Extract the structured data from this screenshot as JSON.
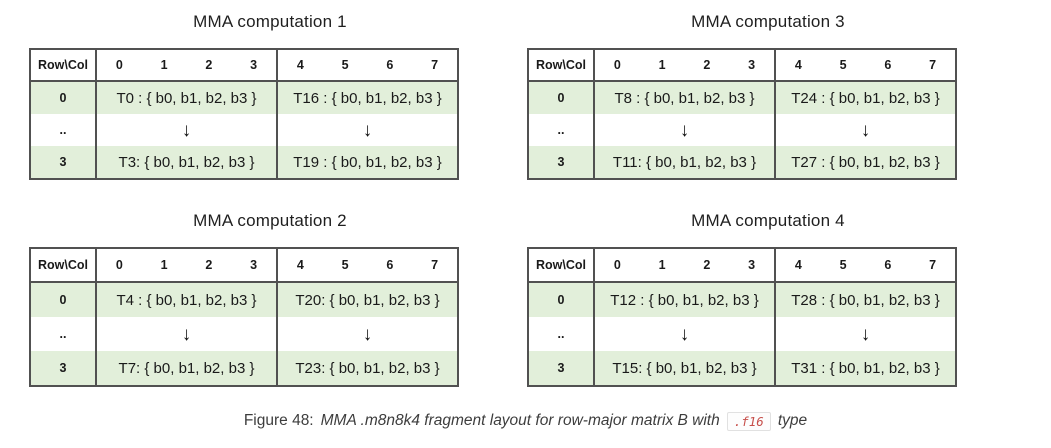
{
  "colors": {
    "row_green": "#e2efda",
    "table_border": "#515151",
    "code_red": "#c7504c"
  },
  "corner_label": "Row\\Col",
  "col_headers_left": [
    "0",
    "1",
    "2",
    "3"
  ],
  "col_headers_right": [
    "4",
    "5",
    "6",
    "7"
  ],
  "arrow_icon": "↓",
  "tables": [
    {
      "title": "MMA computation 1",
      "rows": [
        {
          "label": "0",
          "left": "T0 : { b0, b1, b2, b3 }",
          "right": "T16 : { b0, b1, b2, b3 }"
        },
        {
          "label": "..",
          "left": "↓",
          "right": "↓"
        },
        {
          "label": "3",
          "left": "T3: { b0, b1, b2, b3 }",
          "right": "T19 : { b0, b1, b2, b3 }"
        }
      ]
    },
    {
      "title": "MMA computation 3",
      "rows": [
        {
          "label": "0",
          "left": "T8 : { b0, b1, b2, b3 }",
          "right": "T24 : { b0, b1, b2, b3 }"
        },
        {
          "label": "..",
          "left": "↓",
          "right": "↓"
        },
        {
          "label": "3",
          "left": "T11: { b0, b1, b2, b3 }",
          "right": "T27 : { b0, b1, b2, b3 }"
        }
      ]
    },
    {
      "title": "MMA computation 2",
      "rows": [
        {
          "label": "0",
          "left": "T4 : { b0, b1, b2, b3 }",
          "right": "T20: { b0, b1, b2, b3 }"
        },
        {
          "label": "..",
          "left": "↓",
          "right": "↓"
        },
        {
          "label": "3",
          "left": "T7: { b0, b1, b2, b3 }",
          "right": "T23: { b0, b1, b2, b3 }"
        }
      ]
    },
    {
      "title": "MMA computation 4",
      "rows": [
        {
          "label": "0",
          "left": "T12 : { b0, b1, b2, b3 }",
          "right": "T28 : { b0, b1, b2, b3 }"
        },
        {
          "label": "..",
          "left": "↓",
          "right": "↓"
        },
        {
          "label": "3",
          "left": "T15: { b0, b1, b2, b3 }",
          "right": "T31 : { b0, b1, b2, b3 }"
        }
      ]
    }
  ],
  "caption": {
    "prefix": "Figure 48:",
    "body_italic": "MMA .m8n8k4 fragment layout for row-major matrix B with",
    "code": ".f16",
    "suffix_italic": "type"
  }
}
